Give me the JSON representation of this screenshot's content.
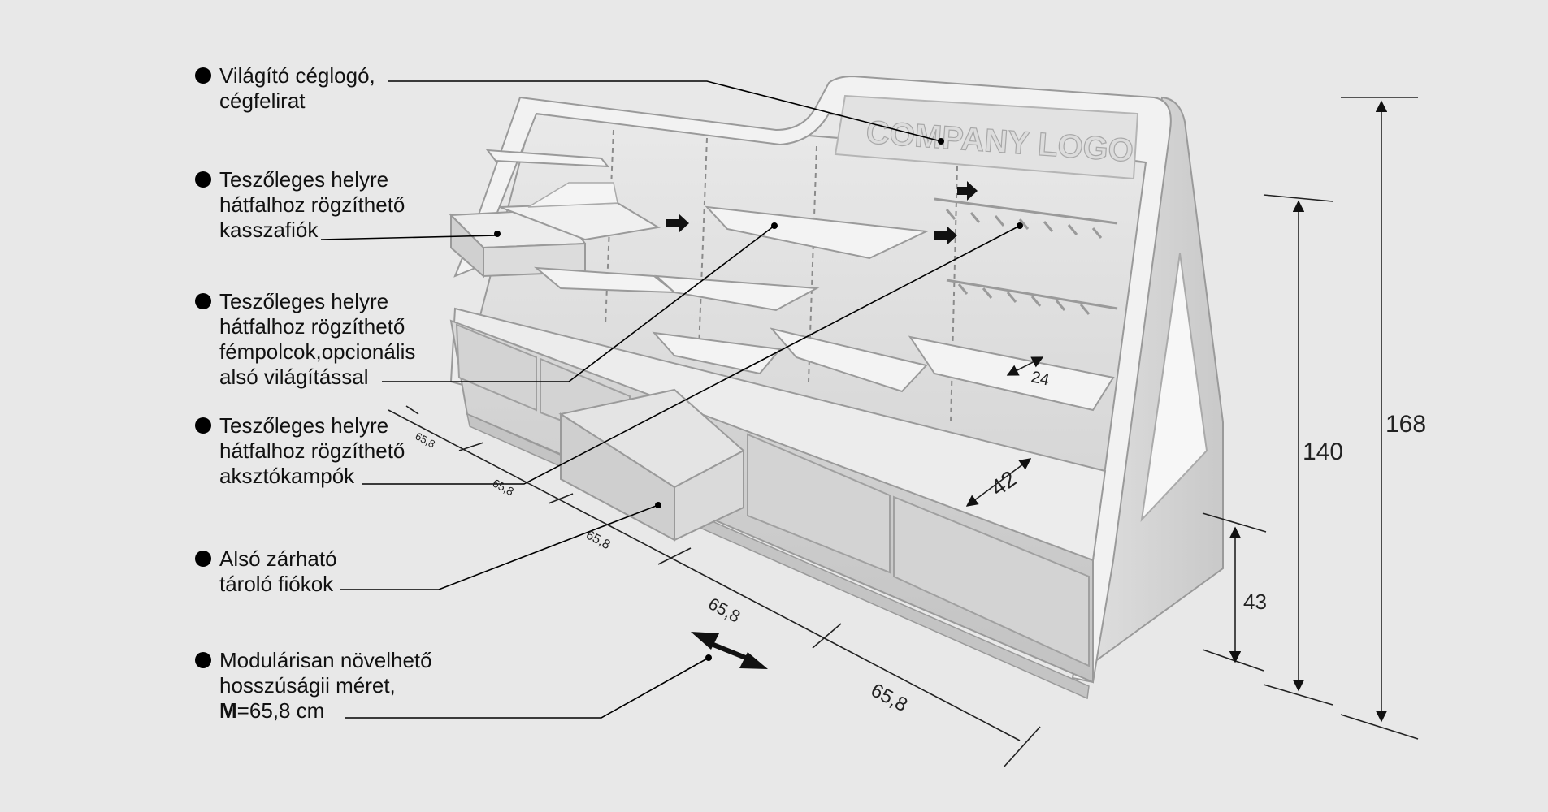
{
  "callouts": [
    {
      "lines": [
        "Világító céglogó,",
        "cégfelirat"
      ]
    },
    {
      "lines": [
        "Teszőleges helyre",
        "hátfalhoz rögzíthető",
        "kasszafiók"
      ]
    },
    {
      "lines": [
        "Teszőleges helyre",
        "hátfalhoz rögzíthető",
        "fémpolcok,opcionális",
        "alsó világítással"
      ]
    },
    {
      "lines": [
        "Teszőleges helyre",
        "hátfalhoz rögzíthető",
        "aksztókampók"
      ]
    },
    {
      "lines": [
        "Alsó zárható",
        "tároló fiókok"
      ]
    },
    {
      "lines": [
        "Modulárisan növelhető",
        "hosszúságii méret,"
      ],
      "last_bold": "M",
      "last_rest": "=65,8 cm"
    }
  ],
  "logo_text": "COMPANY LOGO",
  "dimensions": {
    "height_total": "168",
    "height_upper": "140",
    "height_lower": "43",
    "shelf_depth": "42",
    "shelf_small": "24",
    "module_widths": [
      "65,8",
      "65,8",
      "65,8",
      "65,8",
      "65,8"
    ]
  },
  "colors": {
    "background": "#e8e8e8",
    "furniture_light": "#f0f0f0",
    "furniture_mid": "#d6d6d6",
    "furniture_dark": "#b8b8b8"
  },
  "icons": [
    "bullet-icon",
    "double-arrow-icon",
    "direction-arrow-icon"
  ]
}
